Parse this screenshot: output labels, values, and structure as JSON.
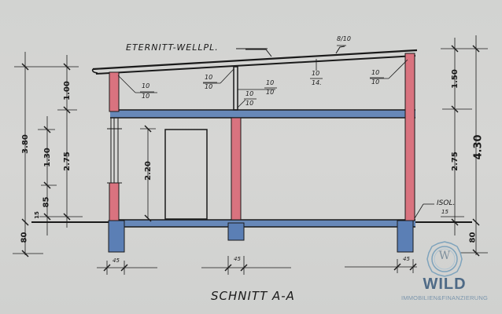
{
  "drawing": {
    "title": "SCHNITT A-A",
    "roof_label": "ETERNITT-WELLPL.",
    "insulation_label": "ISOL."
  },
  "members": {
    "rafter": "8/10",
    "purlin_left": "10/10",
    "post_top": "10/10",
    "strut_right": "10/10",
    "strut_low": "10/10",
    "beam_mid": "10/14",
    "purlin_right": "10/10"
  },
  "dimensions": {
    "left_total": "3.80",
    "left_upper": "1.00",
    "left_window": "1.30",
    "left_wall": "2.75",
    "left_sill": "85",
    "left_plinth": "15",
    "left_foundation": "80",
    "door_height": "2.20",
    "right_total": "4.30",
    "right_upper": "1.50",
    "right_wall": "2.75",
    "right_plinth": "15",
    "right_foundation": "80",
    "footing_left": "45",
    "footing_mid": "45",
    "footing_right": "45"
  },
  "colors": {
    "wall_red": "#d9737f",
    "slab_blue": "#5b7fb5",
    "ink": "#1a1a1a",
    "paper": "#d4d4d2",
    "logo_blue": "#4e6a86"
  },
  "logo": {
    "monogram": "W",
    "name": "WILD",
    "subtitle": "IMMOBILIEN&FINANZIERUNG"
  }
}
